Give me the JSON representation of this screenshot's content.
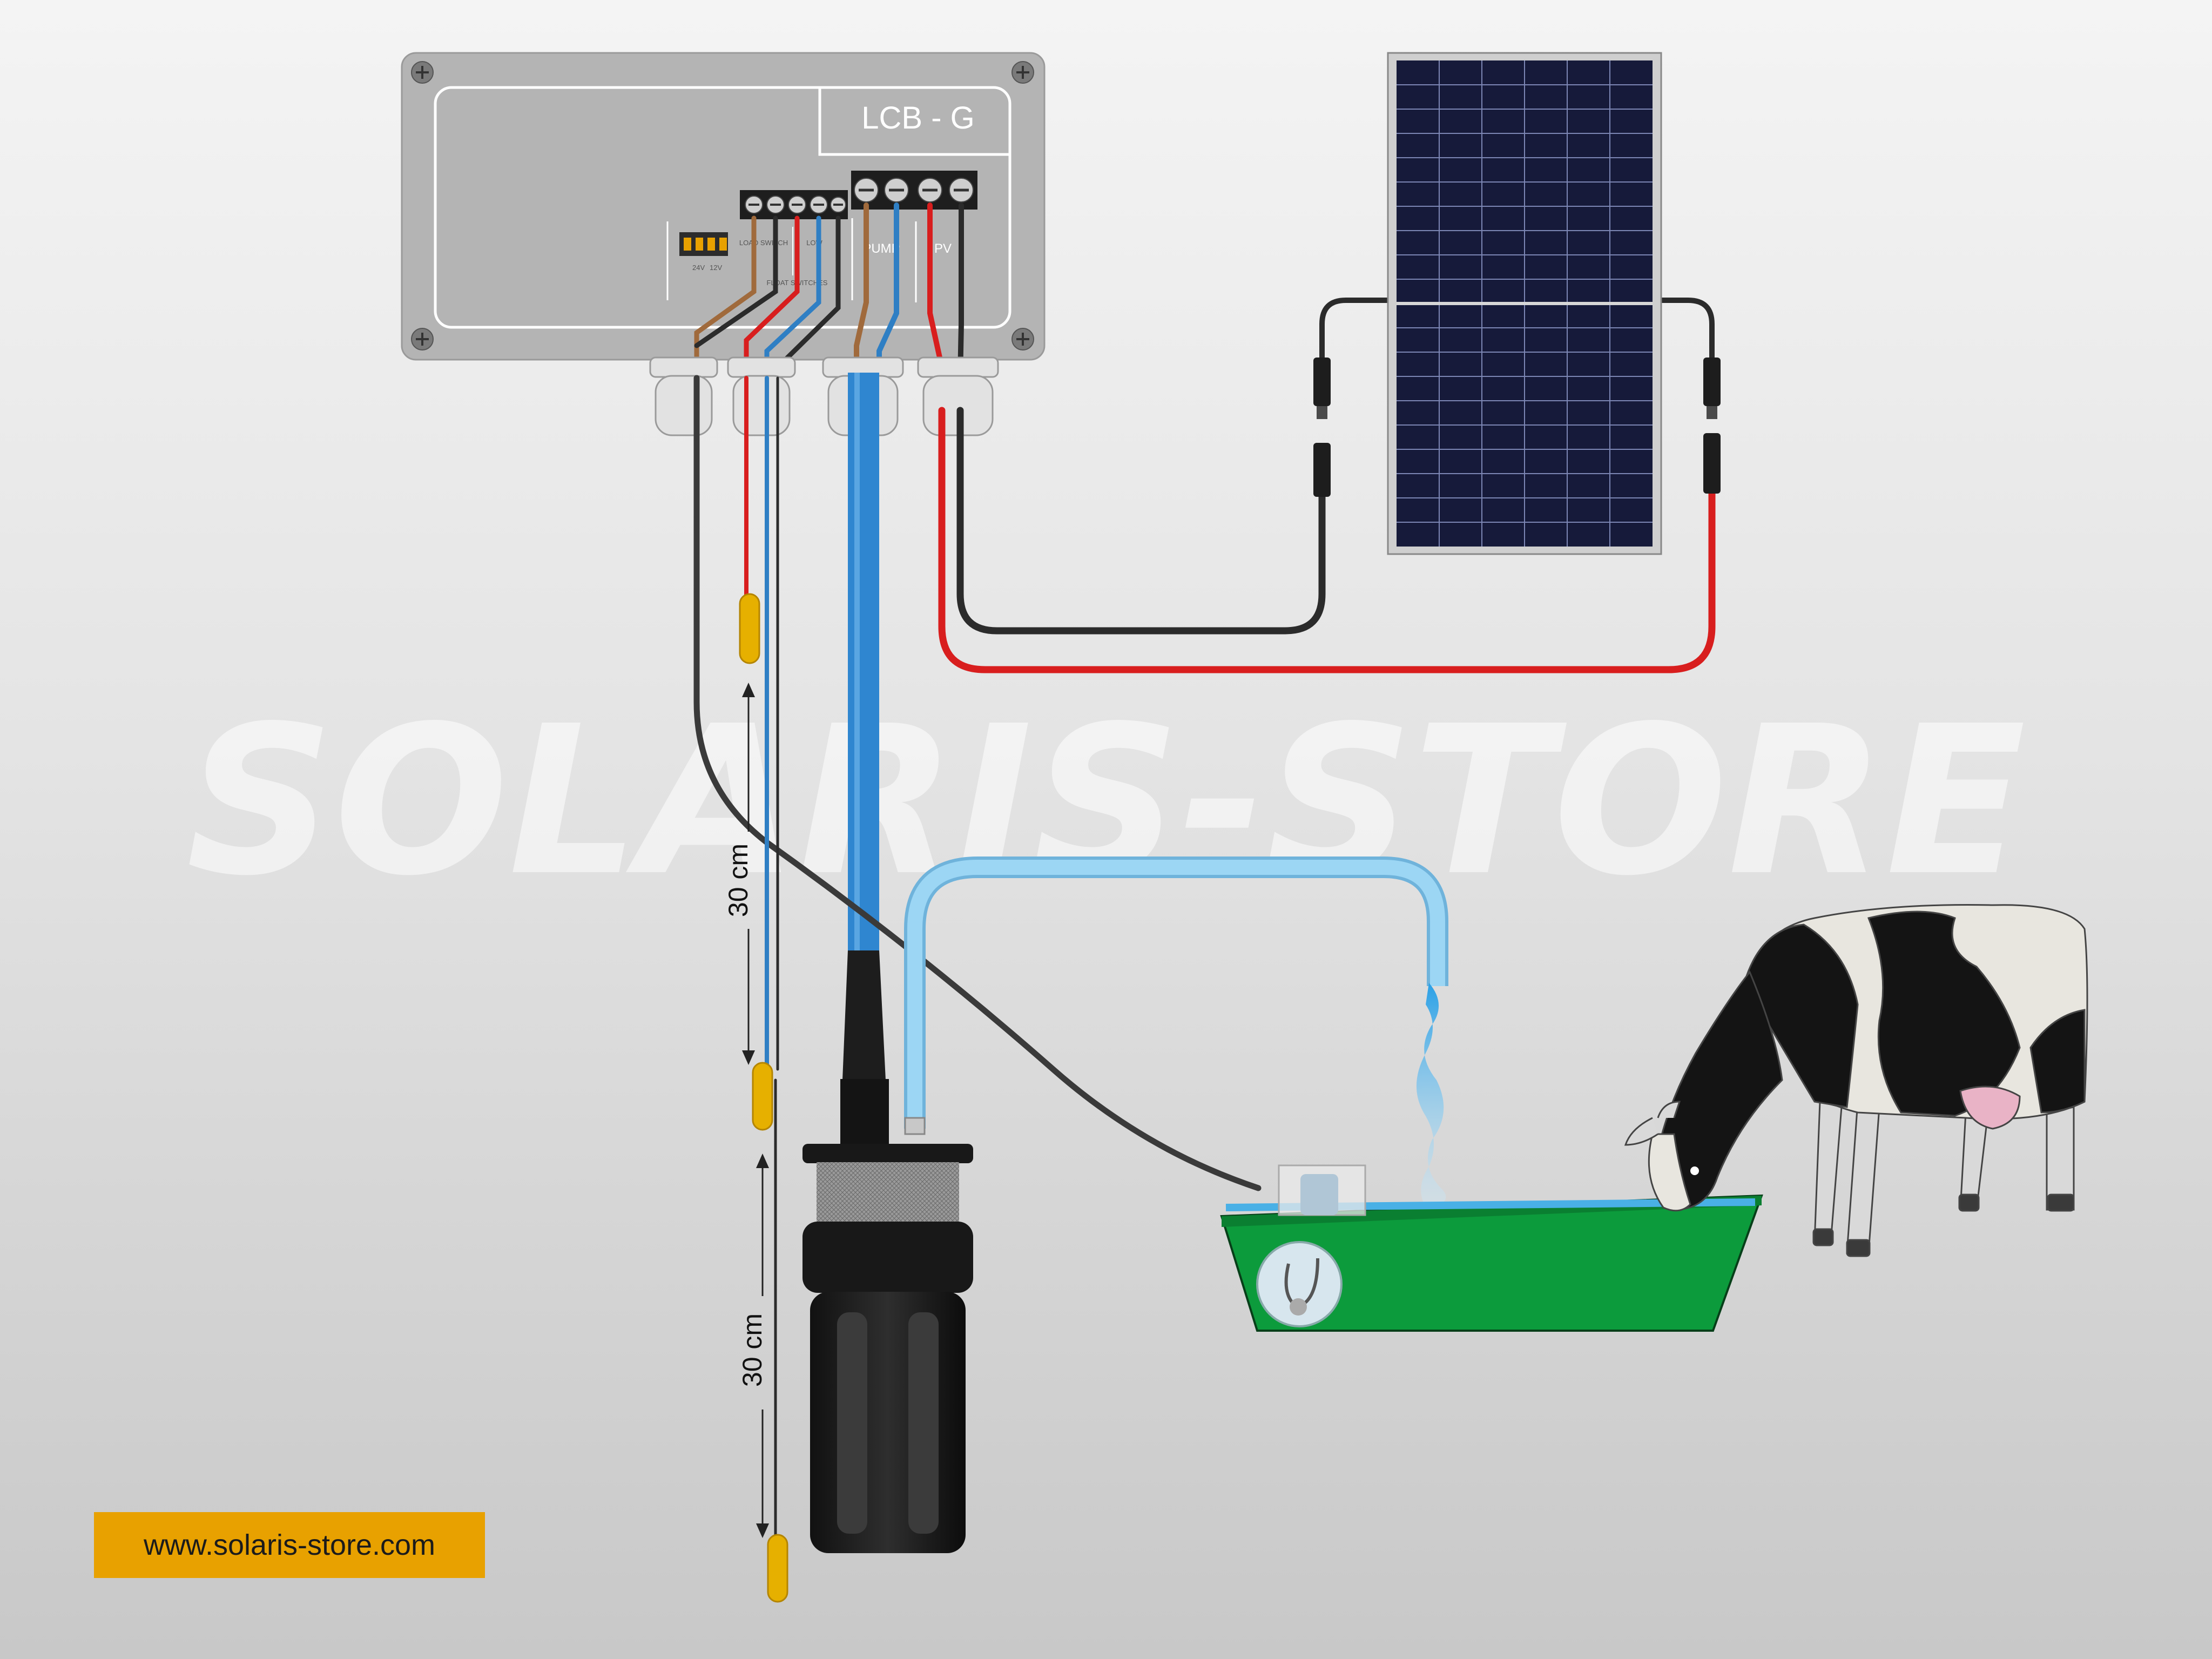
{
  "watermark": "SOLARIS-STORE",
  "controller": {
    "model": "LCB  -  G",
    "switch_labels": [
      "24V",
      "12V"
    ],
    "terminal_labels": {
      "load_switch": "LOAD SWITCH",
      "low": "LOW",
      "pump": "PUMP",
      "pv": "PV",
      "float_switches": "FLOAT SWITCHES"
    }
  },
  "dimensions": {
    "upper_gap": "30 cm",
    "lower_gap": "30 cm"
  },
  "website": "www.solaris-store.com",
  "colors": {
    "positive_wire": "#d81e1e",
    "negative_wire": "#2b2b2b",
    "brown_wire": "#a06a3c",
    "blue_wire": "#2f7fc4",
    "pump_hose": "#2f86d0",
    "water_pipe": "#8ccaec",
    "float_switch": "#e6b000",
    "trough": "#0c9b3c",
    "badge": "#e8a100"
  },
  "icons": [
    "solar-panel-icon",
    "submersible-pump-icon",
    "float-switch-icon",
    "water-trough-icon",
    "cow-icon",
    "screw-icon"
  ]
}
